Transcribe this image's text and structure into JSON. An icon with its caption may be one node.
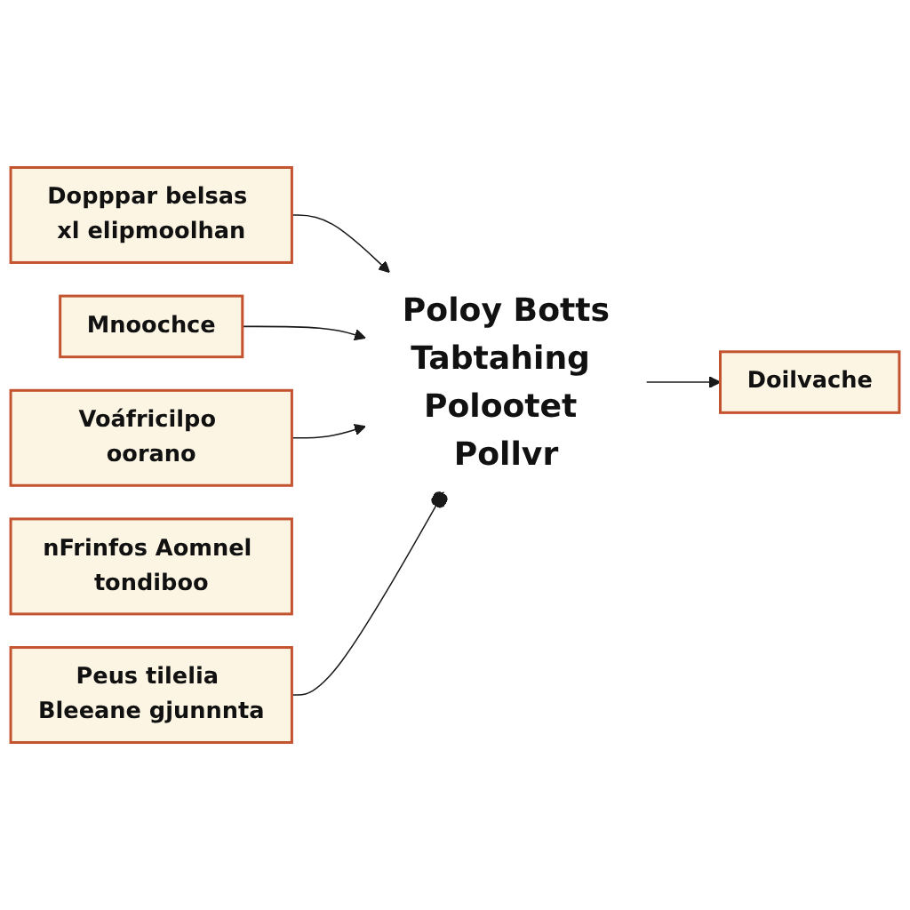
{
  "diagram": {
    "nodes": [
      {
        "text": [
          "Dopppar belsas xl elipmoolhan"
        ]
      },
      {
        "text": [
          "Doilvache"
        ]
      },
      {
        "text": [
          "Mnoochce"
        ]
      },
      {
        "text": [
          "Poloy Botts",
          "Tabtahing Polootet Pollvr"
        ]
      },
      {
        "text": [
          "Voáfricilpo oorano"
        ]
      },
      {
        "text": [
          "nFrinfos Aomnel tondiboo"
        ]
      },
      {
        "text": [
          "Peus tilelia Bleeane gjunnnta"
        ]
      }
    ],
    "edges": [
      {
        "from": 0,
        "to": 3,
        "arrow": "to"
      },
      {
        "from": 3,
        "to": 1,
        "arrow": "to"
      },
      {
        "from": 2,
        "to": 3,
        "arrow": "to"
      },
      {
        "from": 4,
        "to": 3,
        "arrow": "to"
      },
      {
        "from": 6,
        "to": 3,
        "arrow": "other"
      }
    ]
  }
}
